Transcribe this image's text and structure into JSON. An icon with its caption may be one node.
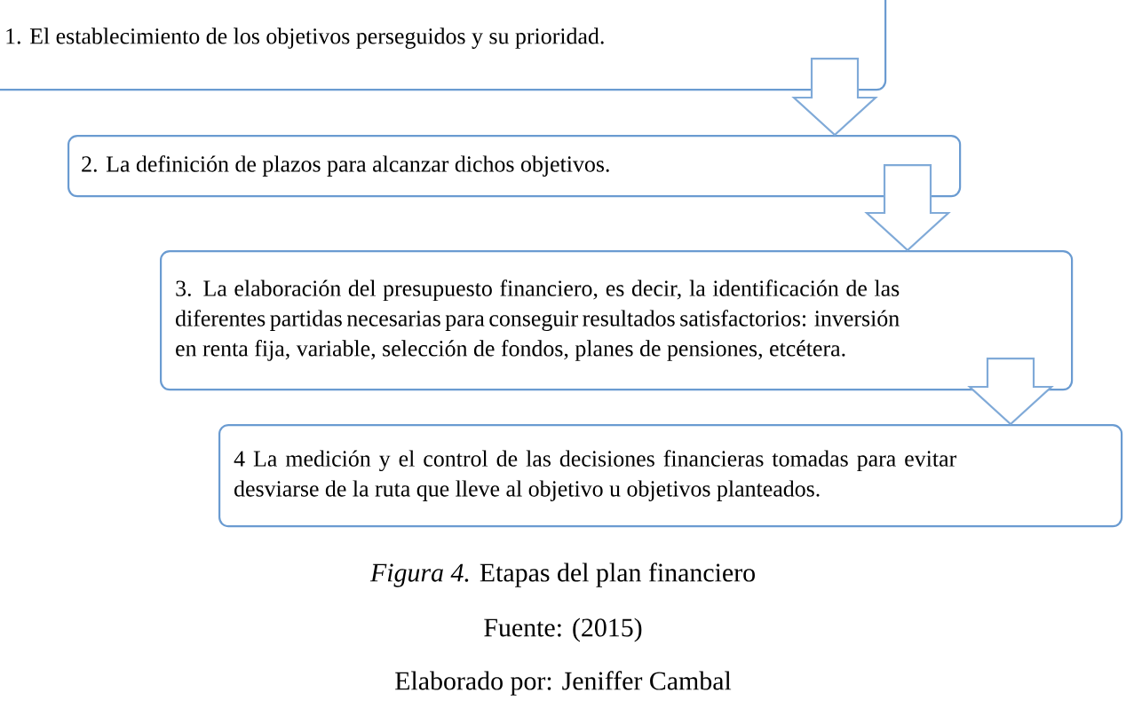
{
  "diagram": {
    "caption": "*Figura 4.* Etapas del plan financiero",
    "nodes": [
      {
        "text": [
          "1. El establecimiento de los objetivos perseguidos y su prioridad."
        ]
      },
      {
        "text": [
          "2. La definición de plazos para alcanzar dichos objetivos."
        ]
      },
      {
        "text": [
          "3. La elaboración del presupuesto financiero, es decir, la identificación de las diferentes partidas necesarias para conseguir resultados satisfactorios: inversión en renta fija, variable, selección de fondos, planes de pensiones, etcétera."
        ]
      },
      {
        "text": [
          "4 La medición y el control de las decisiones financieras tomadas para evitar desviarse de la ruta que lleve al objetivo u objetivos planteados."
        ]
      }
    ],
    "edges": [
      {
        "from": 0,
        "to": 1,
        "arrow": "to"
      },
      {
        "from": 1,
        "to": 2,
        "arrow": "to"
      },
      {
        "from": 2,
        "to": 3,
        "arrow": "to"
      }
    ],
    "labels": [
      "Fuente: (2015)",
      "Elaborado por: Jeniffer Cambal"
    ]
  }
}
